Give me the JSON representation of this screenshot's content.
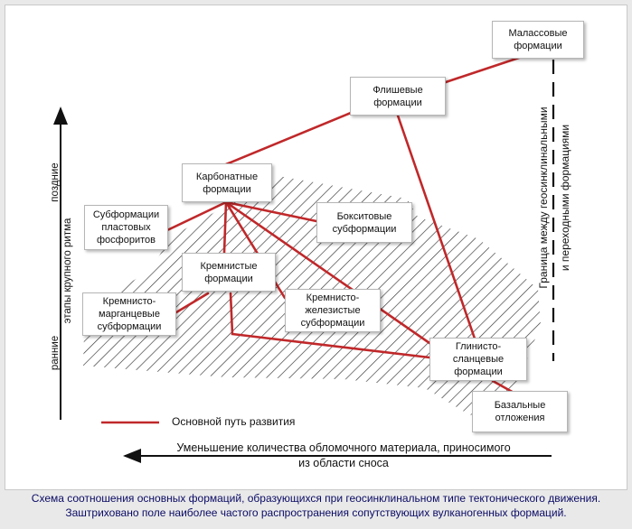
{
  "nodes": {
    "molasse": "Малассовые\nформации",
    "flysch": "Флишевые\nформации",
    "carbonate": "Карбонатные\nформации",
    "phosphorite": "Субформации\nпластовых\nфосфоритов",
    "bauxite": "Бокситовые\nсубформации",
    "siliceous": "Кремнистые\nформации",
    "si_mn": "Кремнисто-\nмарганцевые\nсубформации",
    "si_fe": "Кремнисто-\nжелезистые\nсубформации",
    "clay_shale": "Глинисто-\nсланцевые\nформации",
    "basal": "Базальные\nотложения"
  },
  "labels": {
    "late": "поздние",
    "early": "ранние",
    "stages": "этапы крупного ритма",
    "boundary_line1": "Граница между геосинклинальными",
    "boundary_line2": "и переходными формациями",
    "legend": "Основной путь развития",
    "bottom_axis": "Уменьшение количества обломочного материала, приносимого\nиз области сноса"
  },
  "caption": "Схема соотношения основных формаций, образующихся при геосинклинальном типе тектонического движения.\nЗаштриховано поле наиболее частого распространения сопутствующих вулканогенных формаций.",
  "colors": {
    "path_line": "#c0282a",
    "hatch": "#333333",
    "caption_text": "#0b0b66"
  }
}
